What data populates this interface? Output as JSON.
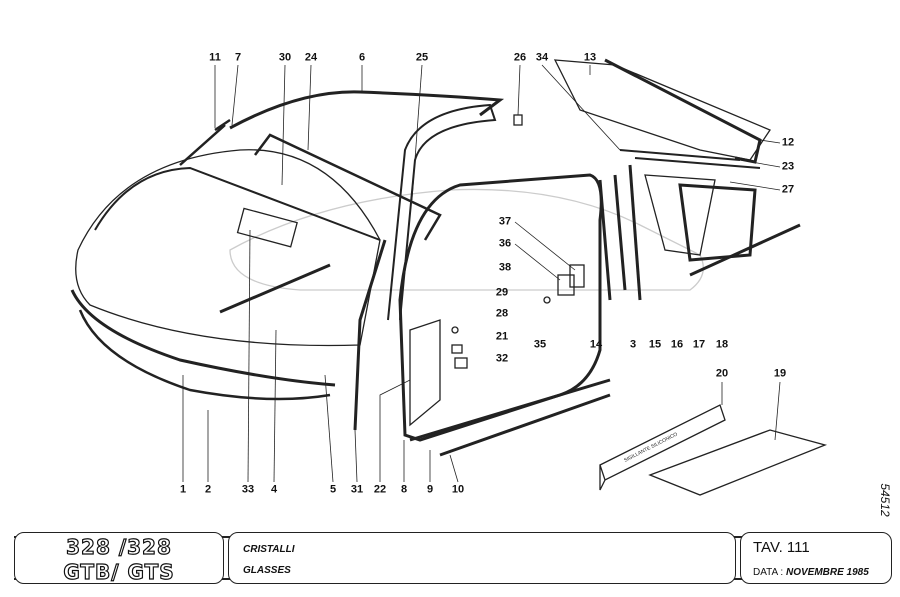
{
  "callouts": {
    "top": [
      "11",
      "7",
      "30",
      "24",
      "6",
      "25",
      "26",
      "34",
      "13"
    ],
    "right": [
      "12",
      "23",
      "27"
    ],
    "middle": [
      "37",
      "36",
      "38",
      "29",
      "28",
      "21",
      "32",
      "35",
      "14",
      "3",
      "15",
      "16",
      "17",
      "18"
    ],
    "kits": [
      "20",
      "19"
    ],
    "bottom": [
      "1",
      "2",
      "33",
      "4",
      "5",
      "31",
      "22",
      "8",
      "9",
      "10"
    ]
  },
  "kit_text": {
    "sealant": "SIGILLANTE SILICONICO"
  },
  "drawing_code": "54512",
  "footer": {
    "model_line1": "328 /328",
    "model_line2": "GTB/ GTS",
    "title_it": "CRISTALLI",
    "title_en": "GLASSES",
    "tav_label": "TAV.",
    "tav_number": "111",
    "date_label": "DATA :",
    "date_value": "NOVEMBRE 1985"
  }
}
